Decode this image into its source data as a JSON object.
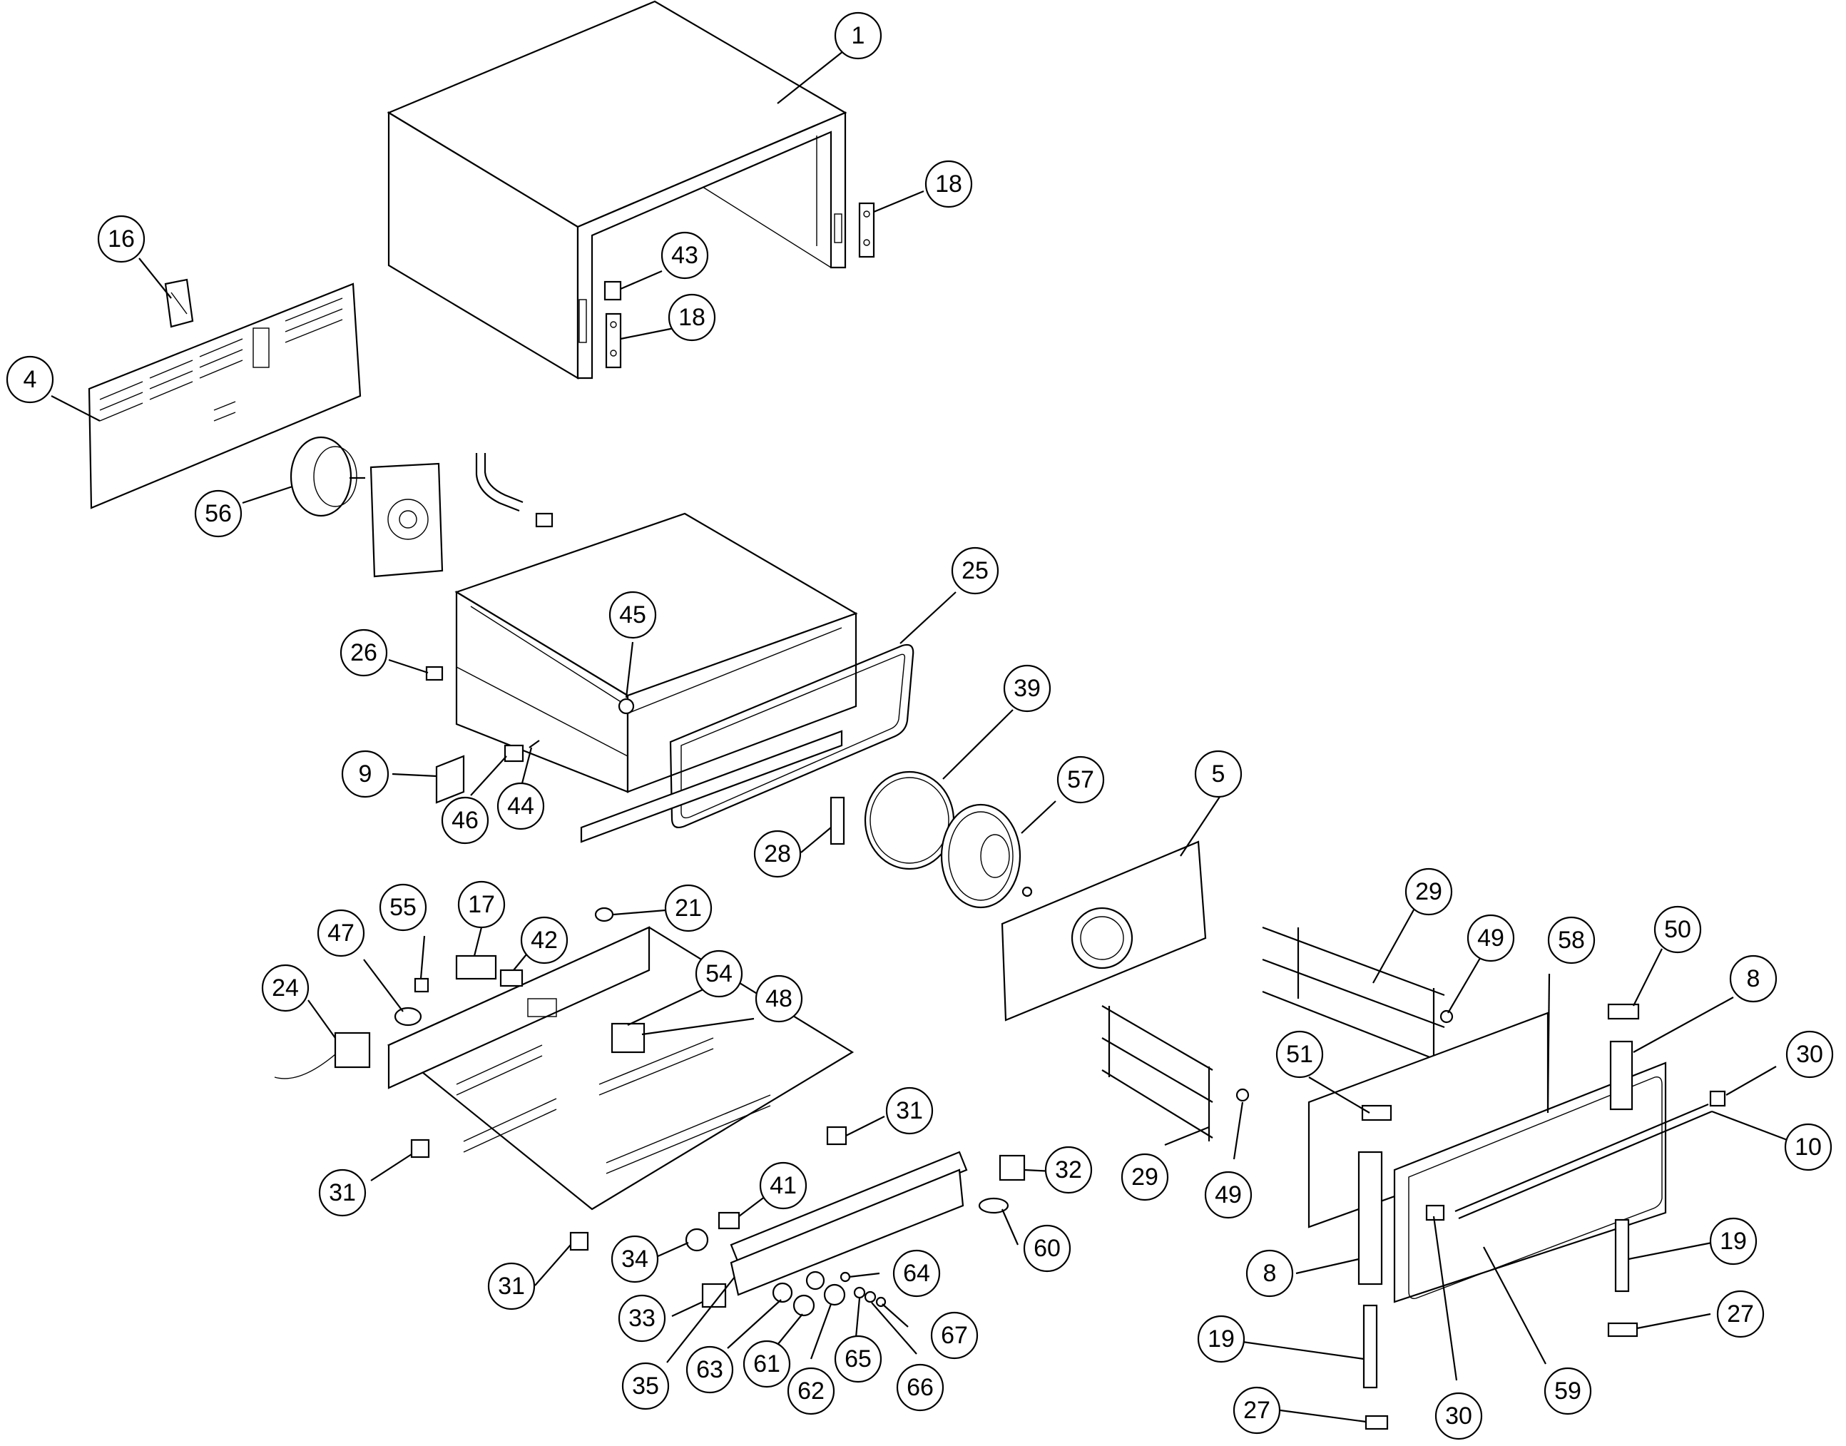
{
  "colors": {
    "line": "#000000",
    "background": "#ffffff"
  },
  "callouts": {
    "c1": "1",
    "c16": "16",
    "c18a": "18",
    "c43": "43",
    "c18b": "18",
    "c4": "4",
    "c56": "56",
    "c26": "26",
    "c45": "45",
    "c25": "25",
    "c9": "9",
    "c46": "46",
    "c44": "44",
    "c39": "39",
    "c57": "57",
    "c5": "5",
    "c28": "28",
    "c55": "55",
    "c17": "17",
    "c21": "21",
    "c47": "47",
    "c42": "42",
    "c54": "54",
    "c48": "48",
    "c24": "24",
    "c29a": "29",
    "c49a": "49",
    "c58": "58",
    "c50": "50",
    "c8a": "8",
    "c51": "51",
    "c30a": "30",
    "c10": "10",
    "c31a": "31",
    "c31b": "31",
    "c32": "32",
    "c29b": "29",
    "c49b": "49",
    "c41": "41",
    "c60": "60",
    "c34": "34",
    "c64": "64",
    "c31c": "31",
    "c19a": "19",
    "c8b": "8",
    "c33": "33",
    "c67": "67",
    "c27a": "27",
    "c35": "35",
    "c63": "63",
    "c61": "61",
    "c62": "62",
    "c65": "65",
    "c66": "66",
    "c19b": "19",
    "c27b": "27",
    "c30b": "30",
    "c59": "59"
  }
}
